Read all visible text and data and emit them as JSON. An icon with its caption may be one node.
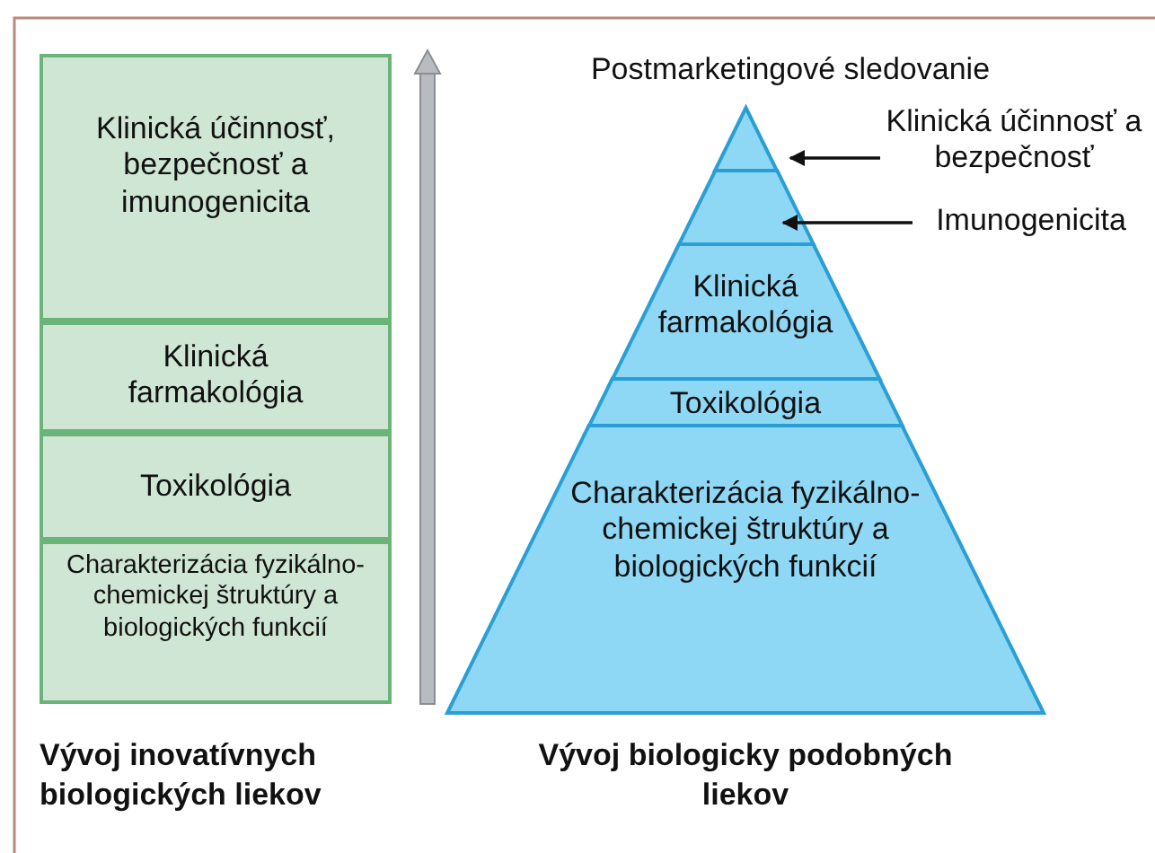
{
  "diagram": {
    "nodes": [
      {
        "text": [
          "Klinická účinnosť, bezpečnosť a imunogenicita"
        ]
      },
      {
        "text": [
          "Klinická farmakológia"
        ]
      },
      {
        "text": [
          "Toxikológia"
        ]
      },
      {
        "text": [
          "Charakterizácia fyzikálno-chemickej štruktúry a biologických funkcií"
        ]
      },
      {
        "text": [
          "Klinická účinnosť a bezpečnosť"
        ]
      },
      {
        "text": [
          "Imunogenicita"
        ]
      },
      {
        "text": [],
        "shape": "triangle"
      },
      {
        "text": [],
        "shape": "trapezoid"
      },
      {
        "text": [
          "Klinická farmakológia"
        ]
      },
      {
        "text": [
          "Toxikológia"
        ]
      },
      {
        "text": [
          "Charakterizácia fyzikálno-chemickej štruktúry a biologických funkcií"
        ]
      }
    ],
    "edges": [
      {
        "from": 4,
        "to": 6,
        "arrow": "to"
      },
      {
        "from": 5,
        "to": 7,
        "arrow": "to"
      }
    ],
    "labels": [
      "Postmarketingové sledovanie",
      "Vývoj inovatívnych biologických liekov",
      "Vývoj biologicky podobných liekov"
    ]
  }
}
